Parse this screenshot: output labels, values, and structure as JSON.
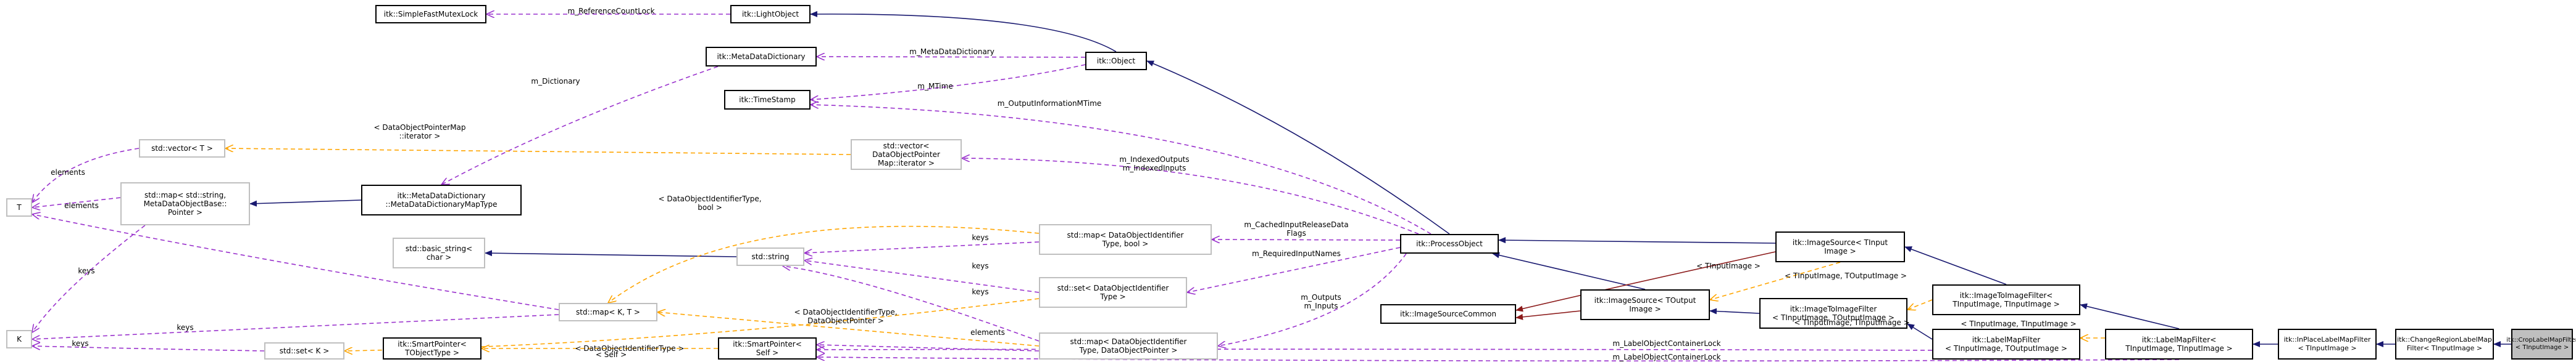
{
  "colors": {
    "inheritance": "#191970",
    "usage": "#9a32cd",
    "template": "#ffa500",
    "protected": "#8b1a1a",
    "node_border": "#000000",
    "node_border_dim": "#bfbfbf",
    "focus_fill": "#bfbfbf"
  },
  "nodes": {
    "simple_fast_mutex_lock": "itk::SimpleFastMutexLock",
    "light_object": "itk::LightObject",
    "meta_data_dictionary": "itk::MetaDataDictionary",
    "object": "itk::Object",
    "time_stamp": "itk::TimeStamp",
    "std_vector_t": "std::vector< T >",
    "std_vector_dop": "std::vector< DataObjectPointer\nMap::iterator >",
    "t": "T",
    "std_map_string_mdo": "std::map< std::string,\nMetaDataObjectBase::\nPointer >",
    "mdd_map_type": "itk::MetaDataDictionary\n::MetaDataDictionaryMapType",
    "process_object": "itk::ProcessObject",
    "std_map_doi_bool": "std::map< DataObjectIdentifier\nType, bool >",
    "std_basic_string": "std::basic_string<\nchar >",
    "std_string": "std::string",
    "std_set_doi": "std::set< DataObjectIdentifier\nType >",
    "image_source_common": "itk::ImageSourceCommon",
    "image_source_input": "itk::ImageSource< TInput\nImage >",
    "image_source_output": "itk::ImageSource< TOutput\nImage >",
    "std_map_kt": "std::map< K, T >",
    "k": "K",
    "image_to_image_filter_out": "itk::ImageToImageFilter\n< TInputImage, TOutputImage >",
    "image_to_image_filter_in": "itk::ImageToImageFilter<\n TInputImage, TInputImage >",
    "std_map_doi_dop": "std::map< DataObjectIdentifier\nType, DataObjectPointer >",
    "std_set_k": "std::set< K >",
    "smart_pointer_tobject": "itk::SmartPointer<\n TObjectType >",
    "smart_pointer_self": "itk::SmartPointer<\n Self >",
    "label_map_filter_out": "itk::LabelMapFilter\n< TInputImage, TOutputImage >",
    "label_map_filter_in": "itk::LabelMapFilter<\n TInputImage, TInputImage >",
    "in_place_label_map_filter": "itk::InPlaceLabelMapFilter\n< TInputImage >",
    "change_region_label_map_filter": "itk::ChangeRegionLabelMap\nFilter< TInputImage >",
    "crop_label_map_filter": "itk::CropLabelMapFilter\n< TInputImage >"
  },
  "labels": {
    "reference_count_lock": "m_ReferenceCountLock",
    "meta_data_dictionary": "m_MetaDataDictionary",
    "mtime": "m_MTime",
    "dictionary": "m_Dictionary",
    "output_information_mtime": "m_OutputInformationMTime",
    "dop_map_iterator": "< DataObjectPointerMap\n::iterator >",
    "indexed_outputs_inputs": "m_IndexedOutputs\nm_IndexedInputs",
    "elements_top": "elements",
    "elements_mid": "elements",
    "keys_top": "keys",
    "doi_bool": "< DataObjectIdentifierType,\n bool >",
    "keys_a": "keys",
    "cached_input_release": "m_CachedInputReleaseData\nFlags",
    "required_input_names": "m_RequiredInputNames",
    "keys_b": "keys",
    "keys_left": "keys",
    "doi_dop": "< DataObjectIdentifierType,\n DataObjectPointer >",
    "keys_c": "keys",
    "outputs_inputs": "m_Outputs\nm_Inputs",
    "doi_type": "< DataObjectIdentifierType >",
    "keys_d": "keys",
    "elements_bottom": "elements",
    "self": "< Self >",
    "tinputimage_a": "< TInputImage >",
    "tinput_toutput": "< TInputImage, TOutputImage >",
    "tinput_tinput_a": "< TInputImage, TInputImage >",
    "label_object_container_lock_a": "m_LabelObjectContainerLock",
    "tinput_tinput_b": "< TInputImage, TInputImage >",
    "label_object_container_lock_b": "m_LabelObjectContainerLock"
  }
}
